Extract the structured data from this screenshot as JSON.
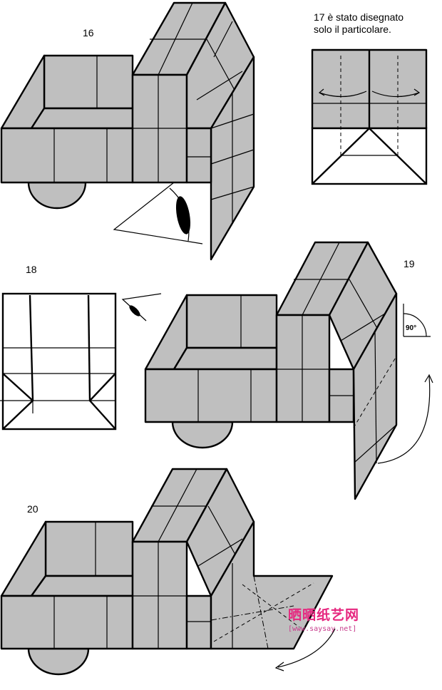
{
  "steps": {
    "s16": "16",
    "s18": "18",
    "s19": "19",
    "s20": "20"
  },
  "note": {
    "line1": "17 è stato disegnato",
    "line2": "solo il particolare."
  },
  "angle": "90°",
  "watermark": {
    "logo": "晒晒纸艺网",
    "url": "[www.saysay.net]"
  },
  "icons": [
    "eye-icon",
    "curved-arrow-icon",
    "double-arrow-icon"
  ],
  "colors": {
    "paper_gray": "#bfbfbf",
    "outline": "#000000",
    "watermark_pink": "#e6277f"
  }
}
